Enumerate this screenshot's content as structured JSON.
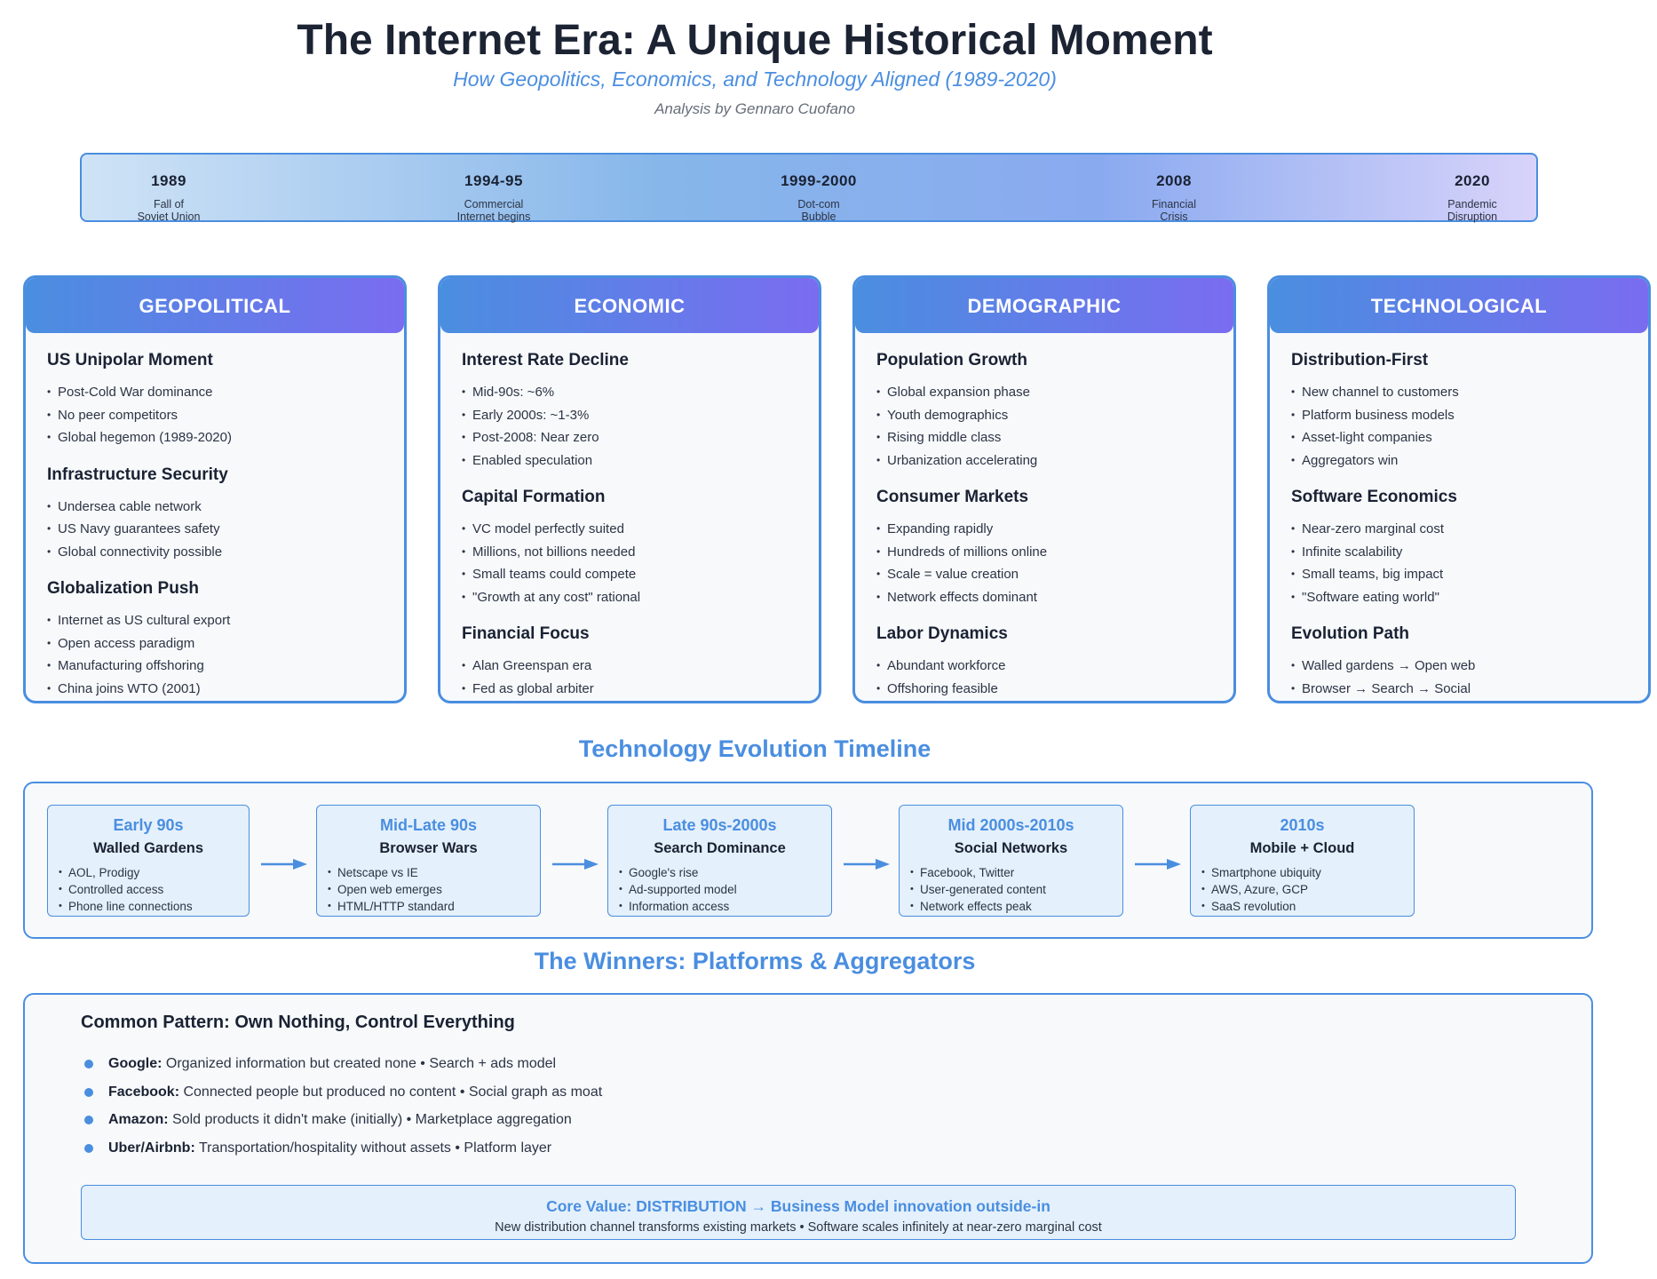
{
  "header": {
    "title": "The Internet Era: A Unique Historical Moment",
    "subtitle": "How Geopolitics, Economics, and Technology Aligned (1989-2020)",
    "byline": "Analysis by Gennaro Cuofano"
  },
  "timeline": [
    {
      "year": "1989",
      "desc1": "Fall of",
      "desc2": "Soviet Union"
    },
    {
      "year": "1994-95",
      "desc1": "Commercial",
      "desc2": "Internet begins"
    },
    {
      "year": "1999-2000",
      "desc1": "Dot-com",
      "desc2": "Bubble"
    },
    {
      "year": "2008",
      "desc1": "Financial",
      "desc2": "Crisis"
    },
    {
      "year": "2020",
      "desc1": "Pandemic",
      "desc2": "Disruption"
    }
  ],
  "pillars": [
    {
      "title": "GEOPOLITICAL",
      "sections": [
        {
          "title": "US Unipolar Moment",
          "items": [
            "Post-Cold War dominance",
            "No peer competitors",
            "Global hegemon (1989-2020)"
          ]
        },
        {
          "title": "Infrastructure Security",
          "items": [
            "Undersea cable network",
            "US Navy guarantees safety",
            "Global connectivity possible"
          ]
        },
        {
          "title": "Globalization Push",
          "items": [
            "Internet as US cultural export",
            "Open access paradigm",
            "Manufacturing offshoring",
            "China joins WTO (2001)"
          ]
        }
      ]
    },
    {
      "title": "ECONOMIC",
      "sections": [
        {
          "title": "Interest Rate Decline",
          "items": [
            "Mid-90s: ~6%",
            "Early 2000s: ~1-3%",
            "Post-2008: Near zero",
            "Enabled speculation"
          ]
        },
        {
          "title": "Capital Formation",
          "items": [
            "VC model perfectly suited",
            "Millions, not billions needed",
            "Small teams could compete",
            "\"Growth at any cost\" rational"
          ]
        },
        {
          "title": "Financial Focus",
          "items": [
            "Alan Greenspan era",
            "Fed as global arbiter"
          ]
        }
      ]
    },
    {
      "title": "DEMOGRAPHIC",
      "sections": [
        {
          "title": "Population Growth",
          "items": [
            "Global expansion phase",
            "Youth demographics",
            "Rising middle class",
            "Urbanization accelerating"
          ]
        },
        {
          "title": "Consumer Markets",
          "items": [
            "Expanding rapidly",
            "Hundreds of millions online",
            "Scale = value creation",
            "Network effects dominant"
          ]
        },
        {
          "title": "Labor Dynamics",
          "items": [
            "Abundant workforce",
            "Offshoring feasible"
          ]
        }
      ]
    },
    {
      "title": "TECHNOLOGICAL",
      "sections": [
        {
          "title": "Distribution-First",
          "items": [
            "New channel to customers",
            "Platform business models",
            "Asset-light companies",
            "Aggregators win"
          ]
        },
        {
          "title": "Software Economics",
          "items": [
            "Near-zero marginal cost",
            "Infinite scalability",
            "Small teams, big impact",
            "\"Software eating world\""
          ]
        },
        {
          "title": "Evolution Path",
          "items": [
            "Walled gardens → Open web",
            "Browser → Search → Social"
          ]
        }
      ]
    }
  ],
  "evolution": {
    "heading": "Technology Evolution Timeline",
    "stages": [
      {
        "period": "Early 90s",
        "name": "Walled Gardens",
        "items": [
          "AOL, Prodigy",
          "Controlled access",
          "Phone line connections"
        ]
      },
      {
        "period": "Mid-Late 90s",
        "name": "Browser Wars",
        "items": [
          "Netscape vs IE",
          "Open web emerges",
          "HTML/HTTP standard"
        ]
      },
      {
        "period": "Late 90s-2000s",
        "name": "Search Dominance",
        "items": [
          "Google's rise",
          "Ad-supported model",
          "Information access"
        ]
      },
      {
        "period": "Mid 2000s-2010s",
        "name": "Social Networks",
        "items": [
          "Facebook, Twitter",
          "User-generated content",
          "Network effects peak"
        ]
      },
      {
        "period": "2010s",
        "name": "Mobile + Cloud",
        "items": [
          "Smartphone ubiquity",
          "AWS, Azure, GCP",
          "SaaS revolution"
        ]
      }
    ]
  },
  "winners": {
    "heading": "The Winners: Platforms & Aggregators",
    "pattern_title": "Common Pattern: Own Nothing, Control Everything",
    "items": [
      {
        "name": "Google:",
        "text": " Organized information but created none • Search + ads model"
      },
      {
        "name": "Facebook:",
        "text": " Connected people but produced no content • Social graph as moat"
      },
      {
        "name": "Amazon:",
        "text": " Sold products it didn't make (initially) • Marketplace aggregation"
      },
      {
        "name": "Uber/Airbnb:",
        "text": " Transportation/hospitality without assets • Platform layer"
      }
    ],
    "core_title": "Core Value: DISTRIBUTION → Business Model innovation outside-in",
    "core_desc": "New distribution channel transforms existing markets • Software scales infinitely at near-zero marginal cost"
  }
}
